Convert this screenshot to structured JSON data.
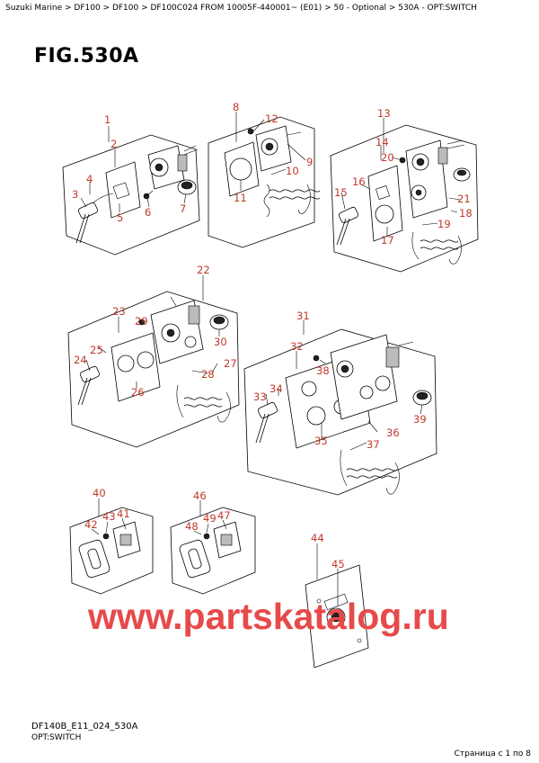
{
  "breadcrumb": "Suzuki Marine > DF100 > DF100 > DF100C024 FROM 10005F-440001~ (E01) > 50 - Optional > 530A - OPT:SWITCH",
  "figure_title": "FIG.530A",
  "watermark": "www.partskatalog.ru",
  "drawing_code": "DF140B_E11_024_530A",
  "caption": "OPT:SWITCH",
  "page_info": "Страница с 1 по 8",
  "callouts": [
    "1",
    "2",
    "3",
    "4",
    "5",
    "6",
    "7",
    "8",
    "9",
    "10",
    "11",
    "12",
    "13",
    "14",
    "15",
    "16",
    "17",
    "18",
    "19",
    "20",
    "21",
    "22",
    "23",
    "24",
    "25",
    "26",
    "27",
    "28",
    "29",
    "30",
    "31",
    "32",
    "33",
    "34",
    "35",
    "36",
    "37",
    "38",
    "39",
    "40",
    "41",
    "42",
    "43",
    "44",
    "45",
    "46",
    "47",
    "48",
    "49"
  ],
  "colors": {
    "callout": "#c0392b",
    "watermark": "#e64a4a",
    "outline": "#000000"
  }
}
